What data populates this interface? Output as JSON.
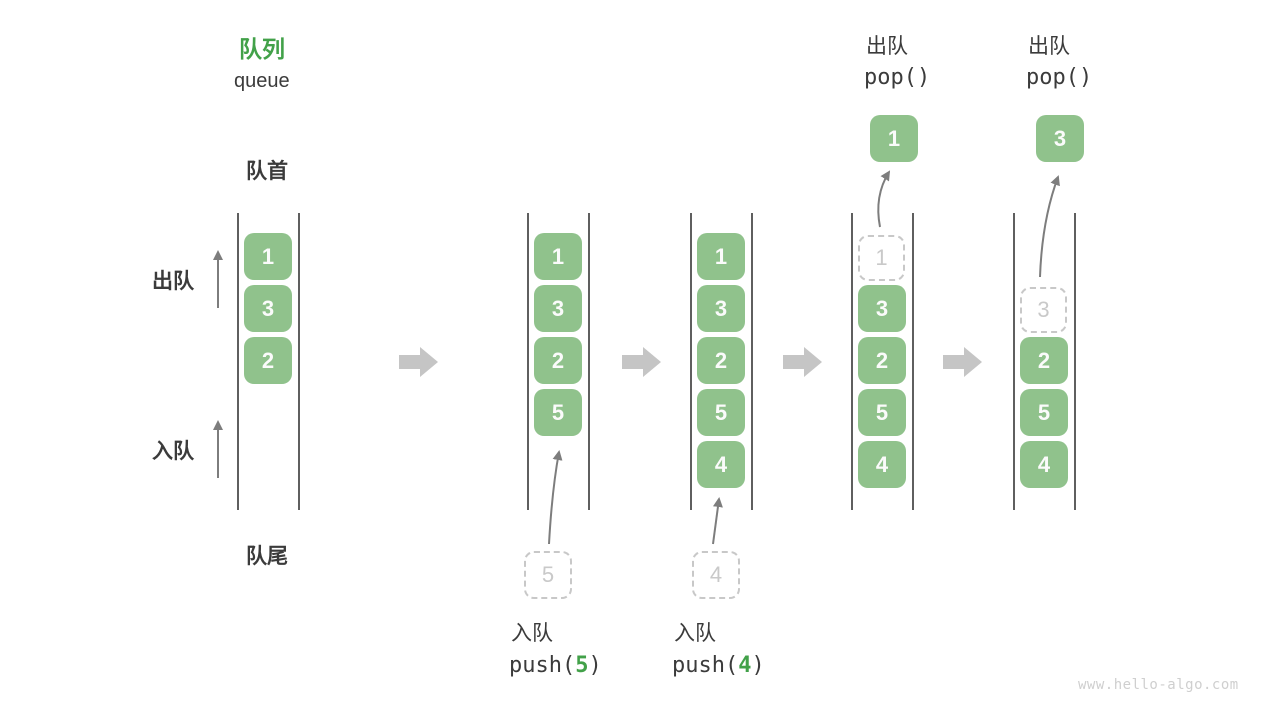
{
  "title": {
    "zh": "队列",
    "en": "queue"
  },
  "ends": {
    "front": "队首",
    "rear": "队尾"
  },
  "side": {
    "dequeue": "出队",
    "enqueue": "入队"
  },
  "queues": [
    {
      "boxes": [
        "1",
        "3",
        "2"
      ]
    },
    {
      "boxes": [
        "1",
        "3",
        "2",
        "5"
      ],
      "staged": "5",
      "op": {
        "label": "入队",
        "fn": "push(",
        "arg": "5",
        "close": ")"
      }
    },
    {
      "boxes": [
        "1",
        "3",
        "2",
        "5",
        "4"
      ],
      "staged": "4",
      "op": {
        "label": "入队",
        "fn": "push(",
        "arg": "4",
        "close": ")"
      }
    },
    {
      "ghost": "1",
      "boxes": [
        "3",
        "2",
        "5",
        "4"
      ],
      "popped": "1",
      "op": {
        "label": "出队",
        "fn": "pop()"
      }
    },
    {
      "ghost": "3",
      "boxes": [
        "2",
        "5",
        "4"
      ],
      "popped": "3",
      "op": {
        "label": "出队",
        "fn": "pop()"
      }
    }
  ],
  "colors": {
    "box_green": "#90c28c",
    "accent_green": "#42a149",
    "dark_text": "#3b3b3b",
    "wall_line": "#5f5f5f",
    "thin_arrow": "#7d7d7d",
    "block_arrow": "#c5c5c5",
    "dashed_border": "#c8c8c8",
    "watermark": "#cfcfcf"
  },
  "watermark": "www.hello-algo.com"
}
